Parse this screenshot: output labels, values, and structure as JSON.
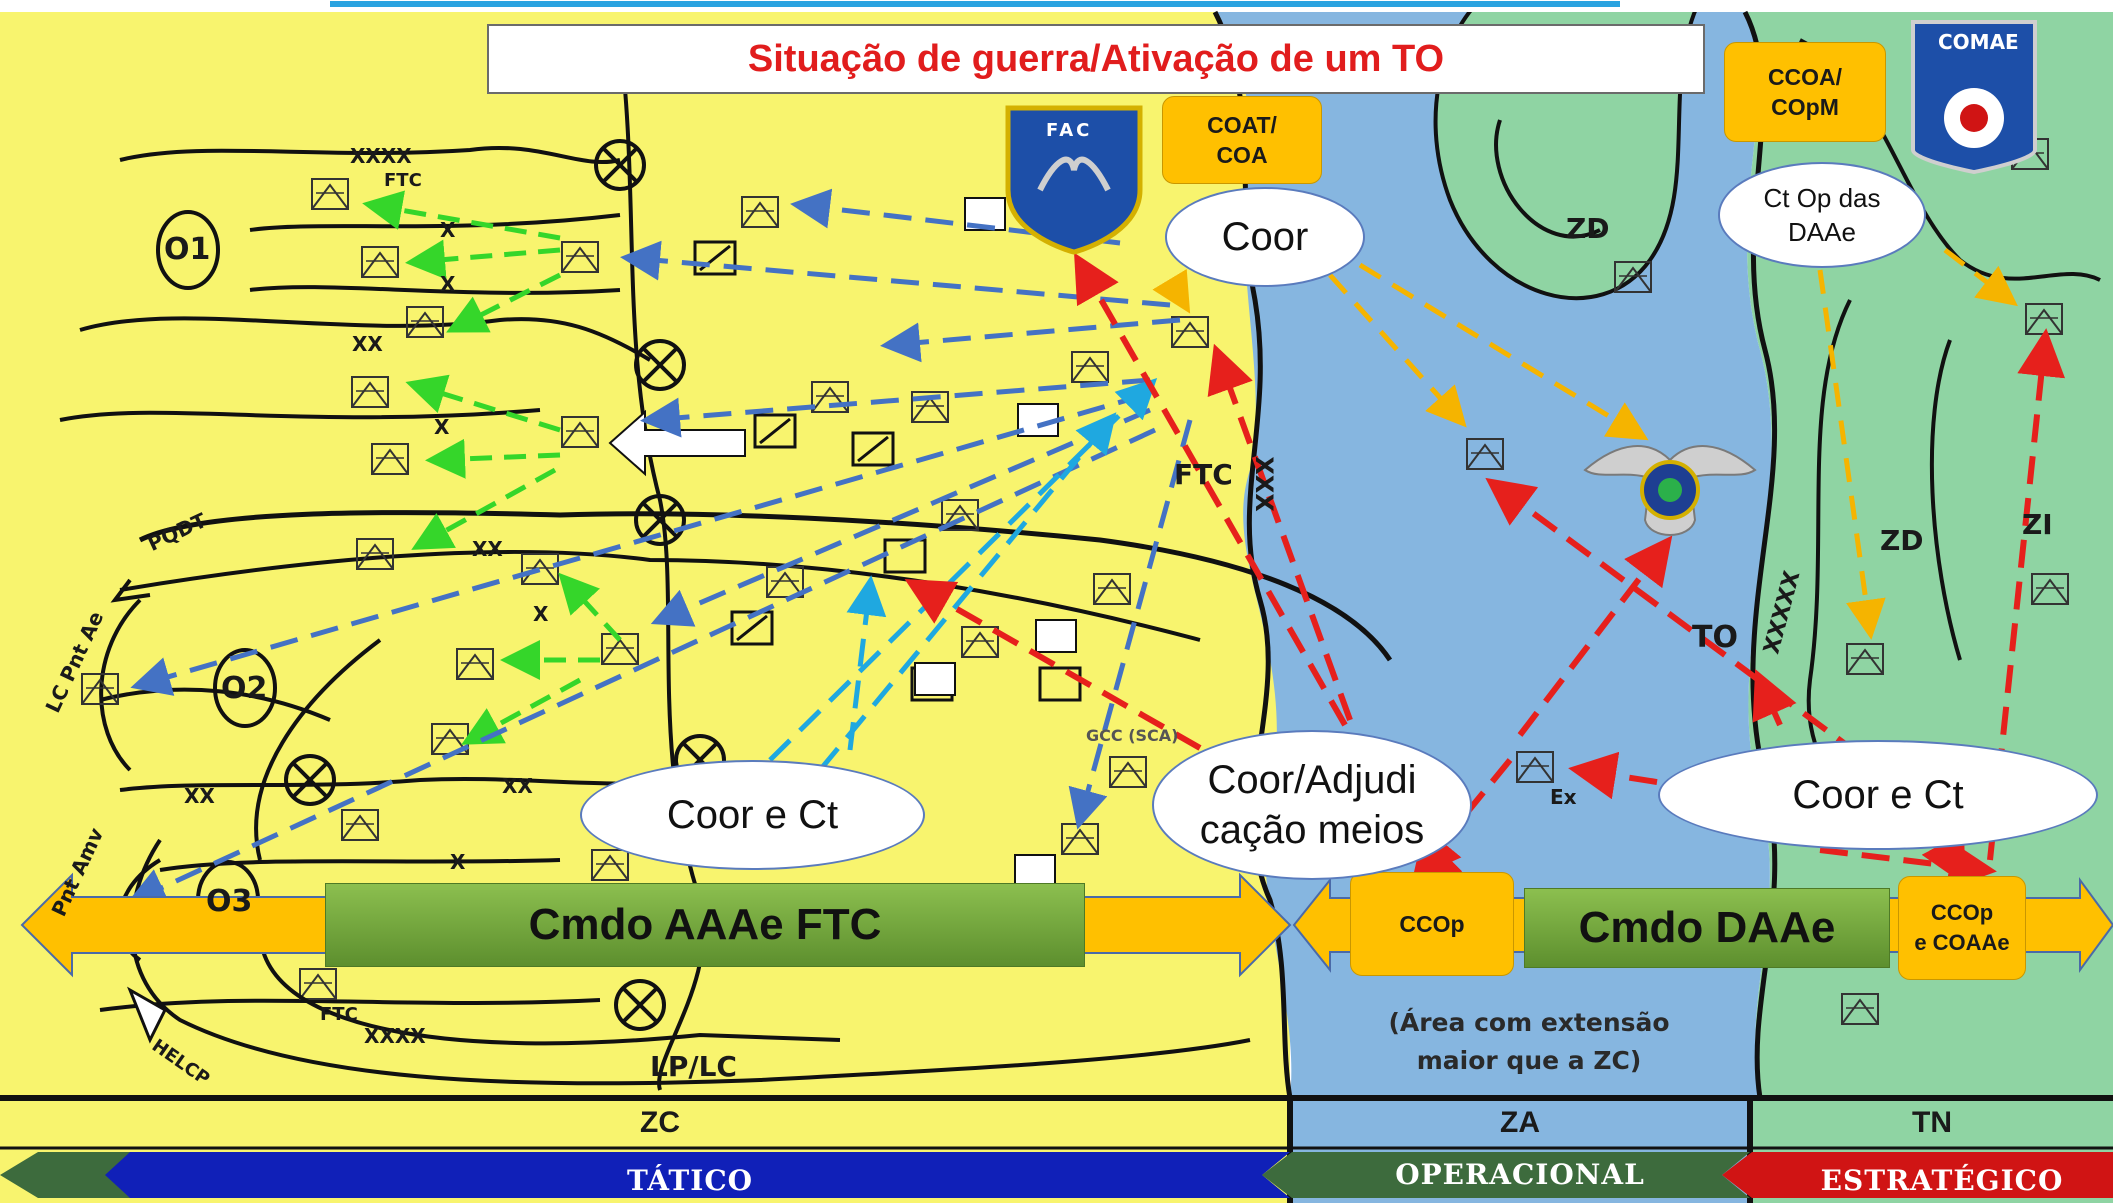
{
  "title": "Situação de guerra/Ativação de um TO",
  "boxes": {
    "coat": "COAT/\nCOA",
    "ccoa": "CCOA/\nCOpM",
    "ccop": "CCOp",
    "ccop_coaae": "CCOp\ne COAAe"
  },
  "ovals": {
    "coor": "Coor",
    "ct_op": "Ct Op das\nDAAe",
    "coor_ct_left": "Coor e Ct",
    "coor_adjud": "Coor/Adjudi\ncação meios",
    "coor_ct_right": "Coor e Ct"
  },
  "bars": {
    "cmdo_aaae": "Cmdo AAAe FTC",
    "cmdo_daae": "Cmdo DAAe"
  },
  "logos": {
    "fac": "FAC",
    "comae": "COMAE"
  },
  "map_labels": {
    "xxxx_top": "XXXX",
    "ftc_top": "FTC",
    "o1": "O1",
    "o2": "O2",
    "o3": "O3",
    "xx1": "XX",
    "xx2": "XX",
    "xx3": "XX",
    "xx4": "XX",
    "x1": "X",
    "x2": "X",
    "x3": "X",
    "x4": "X",
    "x5": "X",
    "pqdt": "PQDT",
    "lc_pnt_ae": "LC Pnt Ae",
    "pnt_amv": "Pnt Amv",
    "ftc_mid": "FTC",
    "ftc_bottom": "FTC",
    "xxxx_bottom": "XXXX",
    "helcp": "HELCP",
    "lp_lc": "LP/LC",
    "gcc_sca": "GCC (SCA)",
    "zd1": "ZD",
    "zd2": "ZD",
    "zi": "ZI",
    "to": "TO",
    "ex": "Ex",
    "xxx_vert": "XXX",
    "xxxxx_vert": "XXXXX"
  },
  "area_note": "(Área com extensão\nmaior que a ZC)",
  "bands": {
    "zc": "ZC",
    "za": "ZA",
    "tn": "TN"
  },
  "levels": {
    "tatico": "TÁTICO",
    "operacional": "OPERACIONAL",
    "estrategico": "ESTRATÉGICO"
  },
  "colors": {
    "zc_fill": "#f8f46e",
    "za_fill": "#86b6e0",
    "tn_fill": "#8fd4a3",
    "arrow_red": "#e6201c",
    "arrow_blue": "#4472c4",
    "arrow_cyan": "#1fa8e0",
    "arrow_green": "#35d62a",
    "arrow_orange": "#f5b400",
    "box_orange": "#ffc000",
    "tatico_blue": "#1020b8",
    "operacional_green": "#3d6b3d",
    "estrategico_red": "#d01414"
  }
}
